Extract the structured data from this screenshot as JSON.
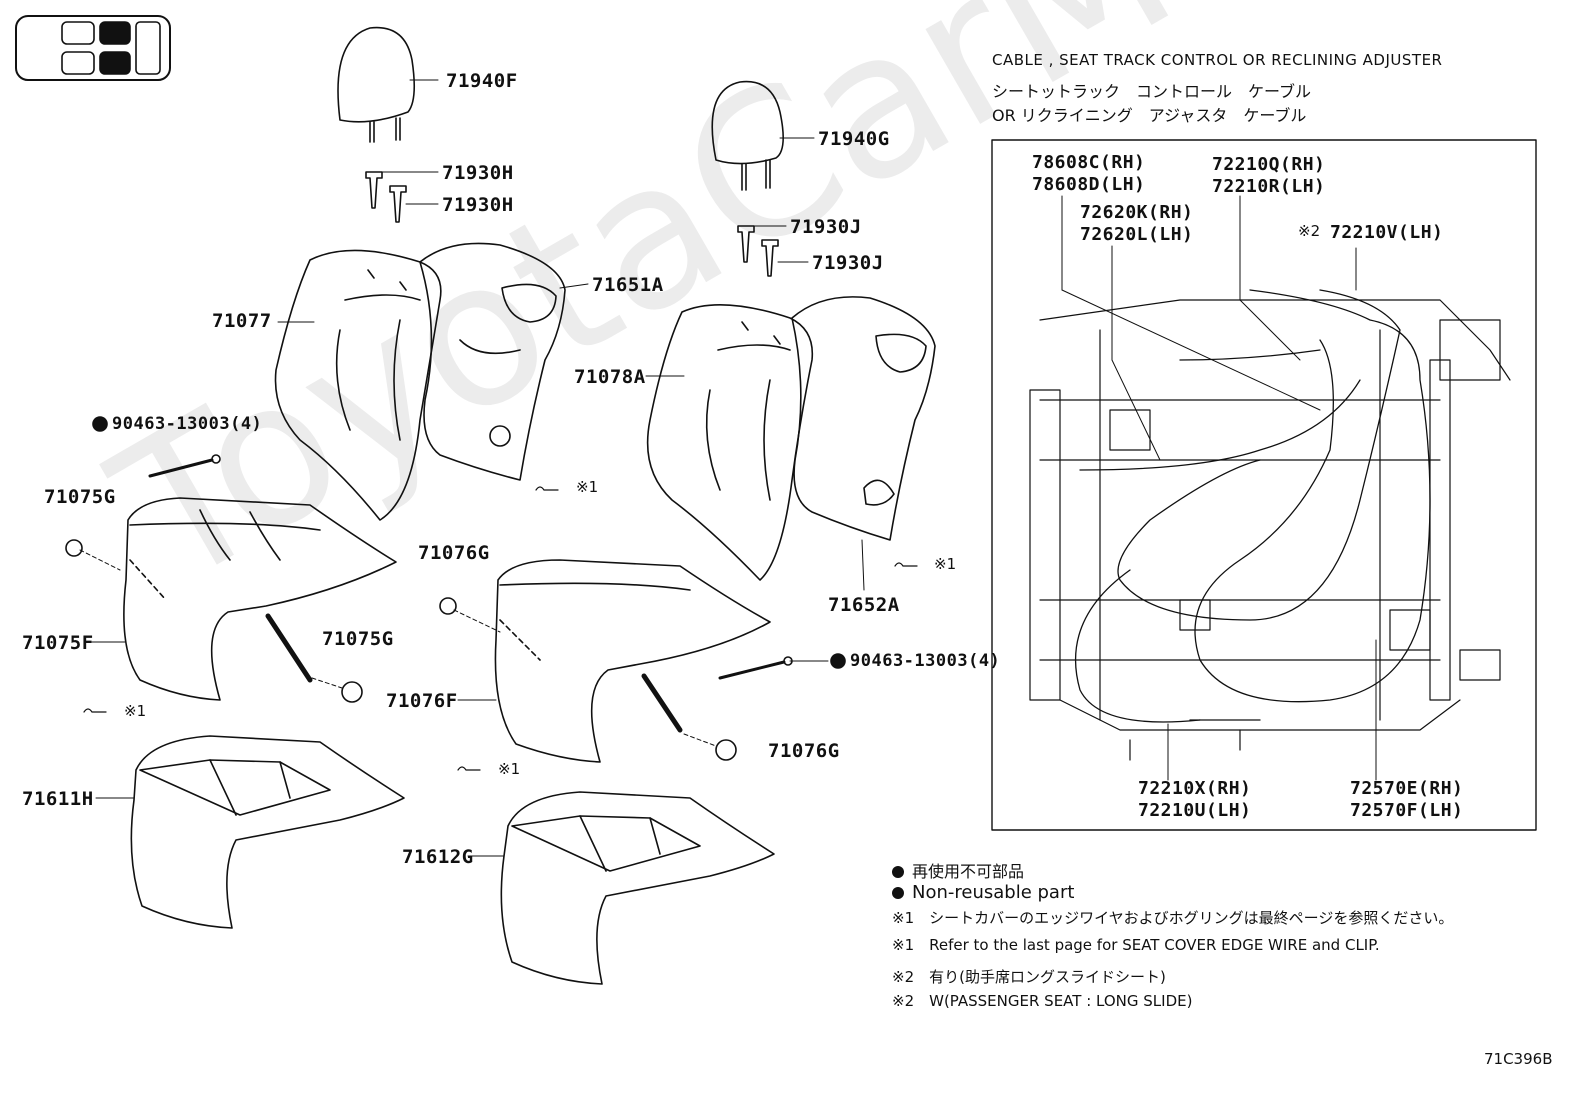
{
  "watermark": "ToyotaCarMine.ru",
  "seat_icon": "seat-layout-icon",
  "parts": {
    "headrest_left": "71940F",
    "guide_left_1": "71930H",
    "guide_left_2": "71930H",
    "headrest_right": "71940G",
    "guide_right_1": "71930J",
    "guide_right_2": "71930J",
    "back_cover_left": "71077",
    "back_board_left": "71651A",
    "back_cover_right": "71078A",
    "back_board_right": "71652A",
    "clip_left": "90463-13003(4)",
    "clip_right": "90463-13003(4)",
    "hog_left_a": "71075G",
    "hog_left_b": "71075G",
    "cushion_cover_left": "71075F",
    "hog_right_a": "71076G",
    "hog_right_b": "71076G",
    "cushion_cover_right": "71076F",
    "cushion_left": "71611H",
    "cushion_right": "71612G"
  },
  "ref_marks": {
    "ref1": "※1"
  },
  "cable_panel": {
    "title_en": "CABLE , SEAT TRACK CONTROL OR RECLINING ADJUSTER",
    "title_jp_1": "シートットラック　コントロール　ケーブル",
    "title_jp_2": "OR リクライニング　アジャスタ　ケーブル",
    "labels": {
      "l1a": "78608C(RH)",
      "l1b": "78608D(LH)",
      "l2a": "72620K(RH)",
      "l2b": "72620L(LH)",
      "l3a": "72210Q(RH)",
      "l3b": "72210R(LH)",
      "l4_mark": "※2",
      "l4": "72210V(LH)",
      "l5a": "72210X(RH)",
      "l5b": "72210U(LH)",
      "l6a": "72570E(RH)",
      "l6b": "72570F(LH)"
    }
  },
  "notes": {
    "n1": "再使用不可部品",
    "n2": "Non-reusable part",
    "n3": "※1　シートカバーのエッジワイヤおよびホグリングは最終ページを参照ください。",
    "n4": "※1　Refer to the last page for SEAT COVER EDGE WIRE and CLIP.",
    "n5": "※2　有り(助手席ロングスライドシート)",
    "n6": "※2　W(PASSENGER SEAT : LONG SLIDE)"
  },
  "figure_code": "71C396B"
}
